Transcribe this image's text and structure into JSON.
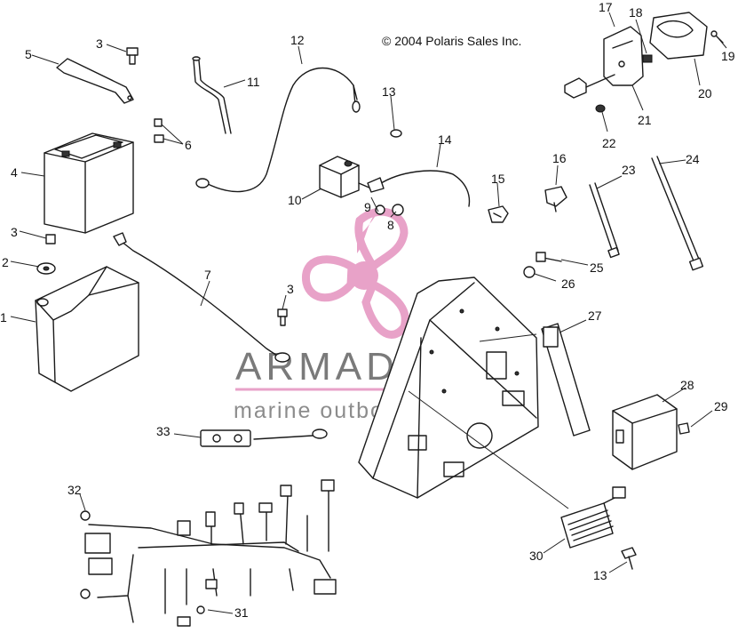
{
  "copyright": "© 2004 Polaris Sales Inc.",
  "watermark": {
    "title": "ARMADA",
    "subtitle": "marine outboards",
    "logo_color": "#e8a2c8",
    "line_color": "#e8a2c8"
  },
  "callouts": [
    "1",
    "2",
    "3",
    "3",
    "3",
    "4",
    "5",
    "6",
    "7",
    "8",
    "9",
    "10",
    "11",
    "12",
    "13",
    "13",
    "14",
    "15",
    "16",
    "17",
    "18",
    "19",
    "20",
    "21",
    "22",
    "23",
    "24",
    "25",
    "26",
    "27",
    "28",
    "29",
    "30",
    "31",
    "32",
    "33"
  ]
}
